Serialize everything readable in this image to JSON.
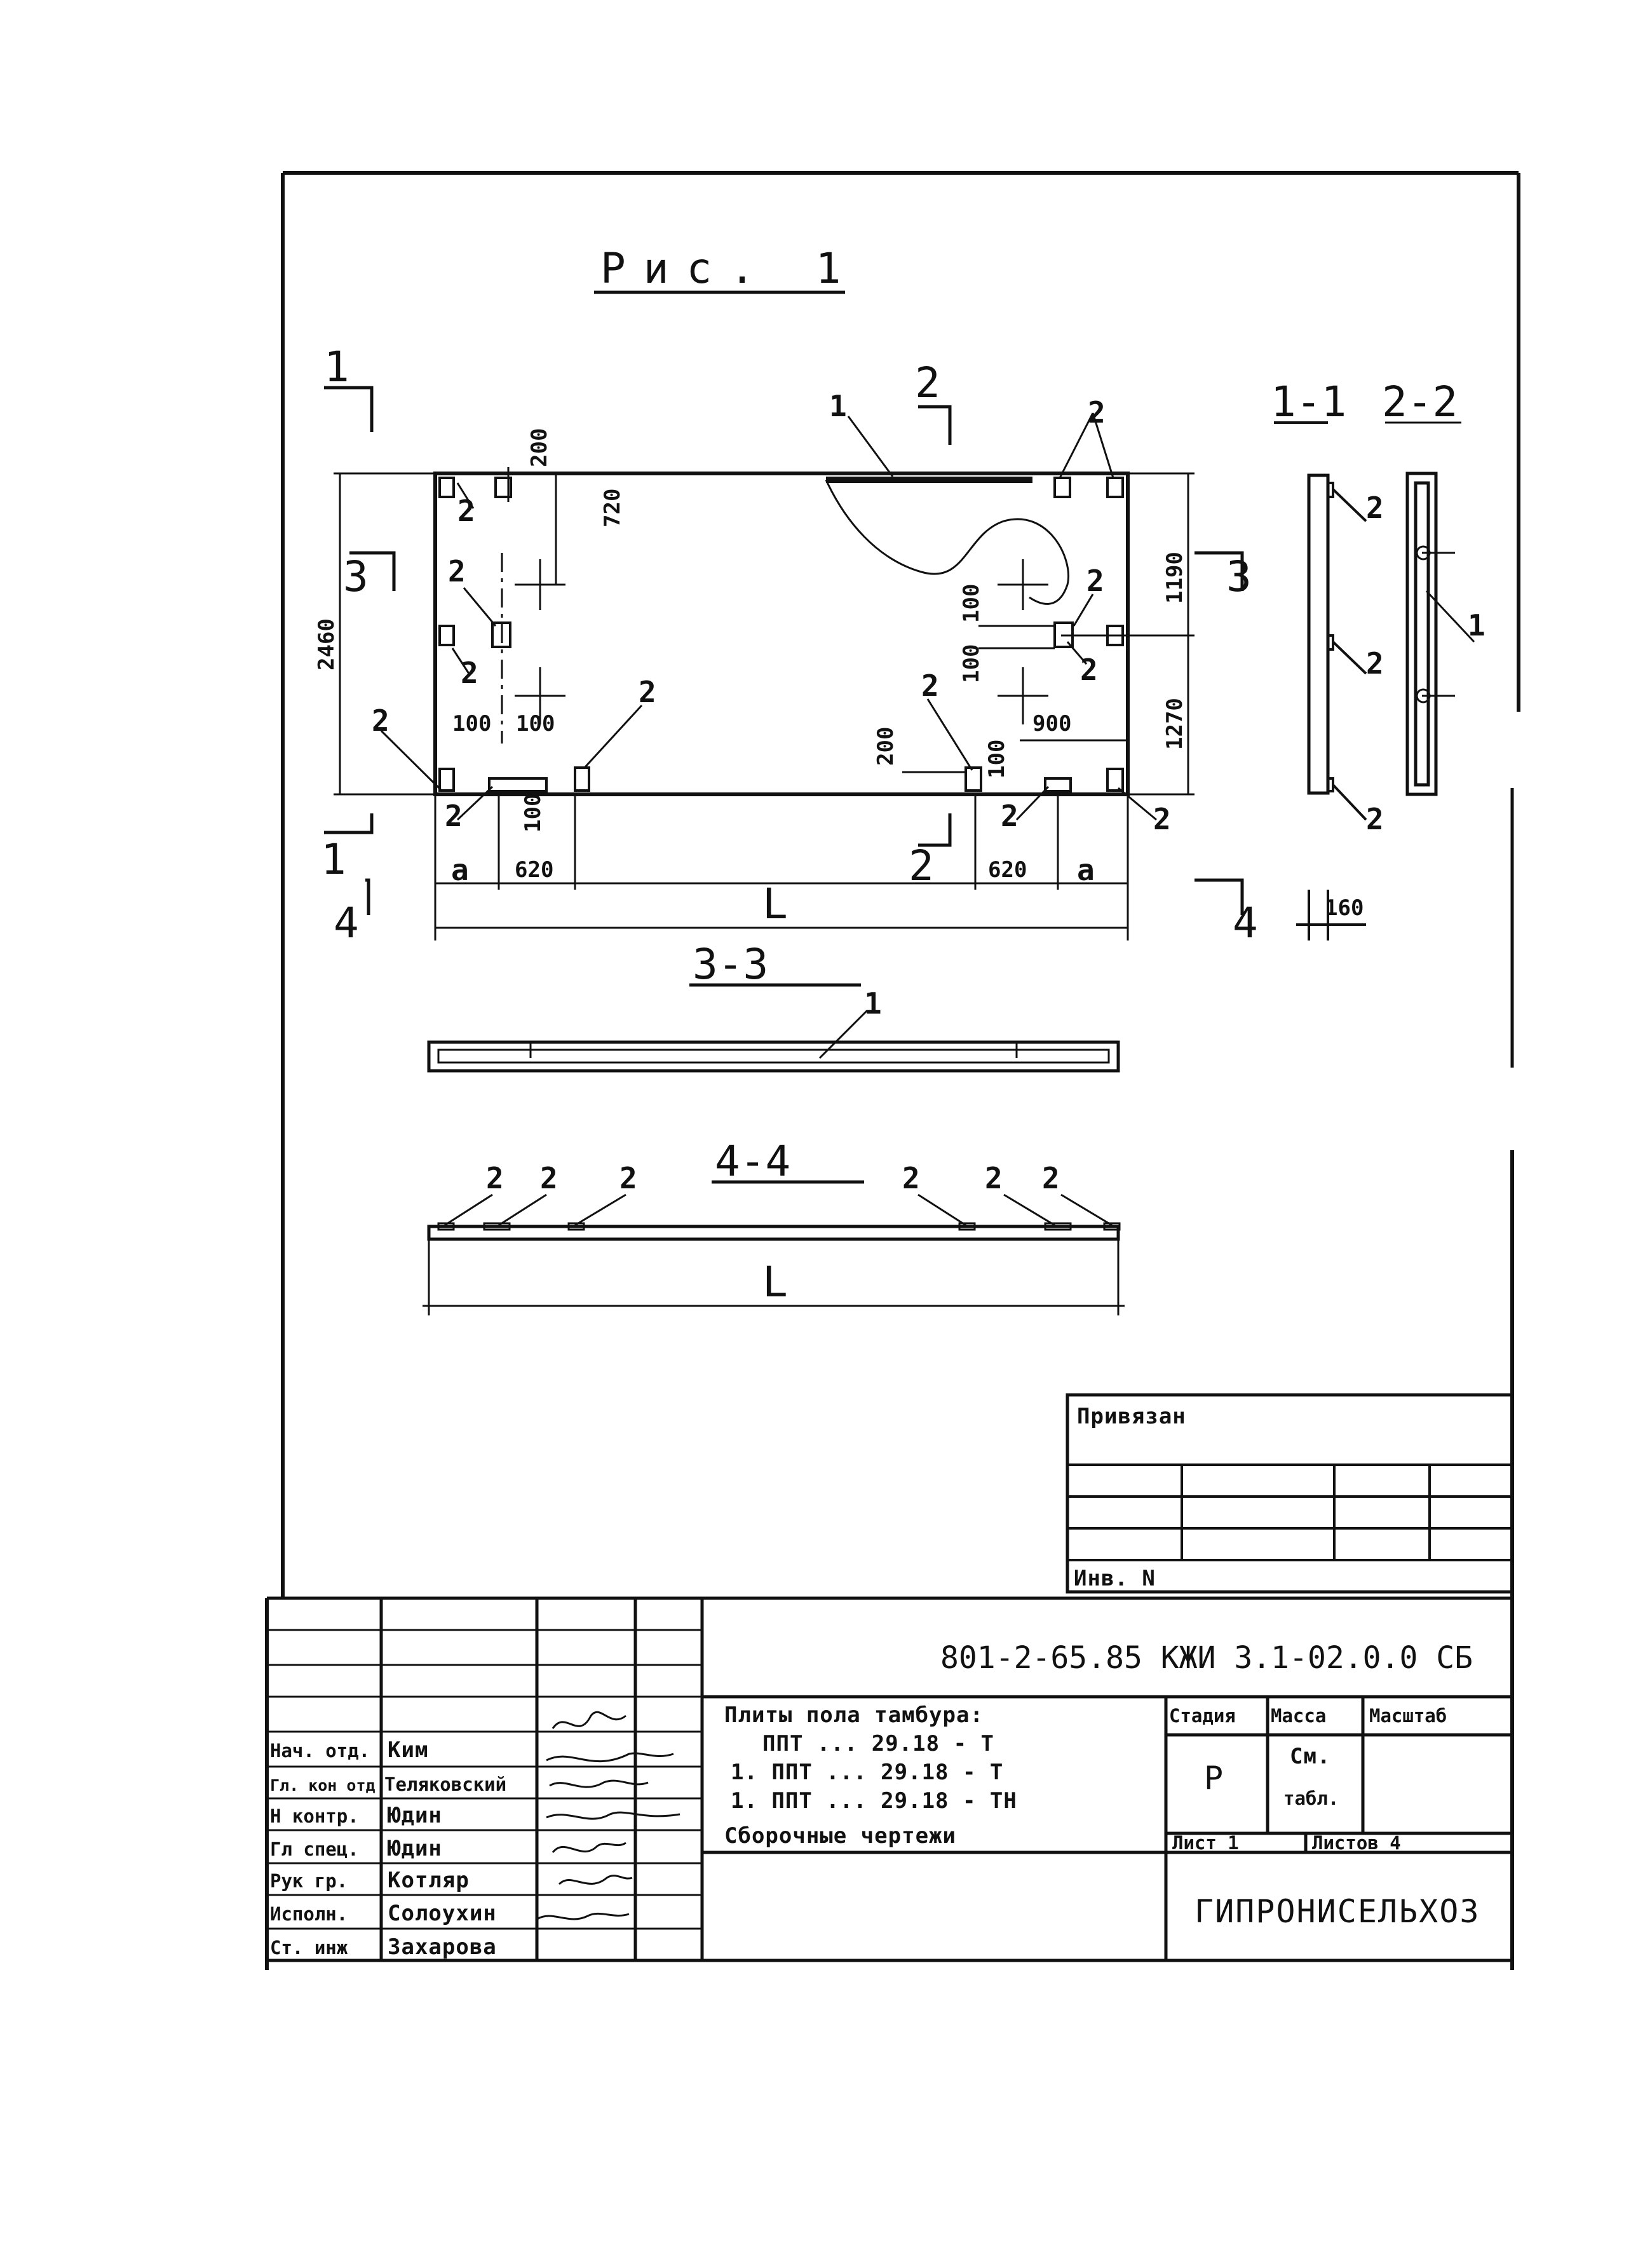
{
  "figure": {
    "title": "Рис. 1",
    "section_marks": {
      "s1": "1",
      "s2": "2",
      "s3": "3",
      "s4": "4"
    },
    "section_titles": {
      "s1_1": "1-1",
      "s2_2": "2-2",
      "s3_3": "3-3",
      "s4_4": "4-4"
    },
    "part_labels": {
      "rebar": "1",
      "embed": "2"
    },
    "dimensions": {
      "height": "2460",
      "top_offset": "200",
      "d720": "720",
      "d1190": "1190",
      "d1270": "1270",
      "d100": "100",
      "d900": "900",
      "d620": "620",
      "a": "a",
      "L": "L",
      "thickness": "160"
    }
  },
  "attached": {
    "label": "Привязан",
    "inv_label": "Инв. N"
  },
  "title_block": {
    "doc_code": "801-2-65.85 КЖИ 3.1-02.0.0 СБ",
    "name_lines": [
      "Плиты пола тамбура:",
      "ППТ ... 29.18 - Т",
      "1. ППТ ... 29.18 - Т",
      "1. ППТ ... 29.18 - ТН",
      "Сборочные чертежи"
    ],
    "headers": {
      "stage": "Стадия",
      "mass": "Масса",
      "scale": "Масштаб"
    },
    "stage": "Р",
    "mass_line1": "См.",
    "mass_line2": "табл.",
    "sheet_label": "Лист 1",
    "sheets_label": "Листов 4",
    "organization": "ГИПРОНИСЕЛЬХОЗ",
    "roles": [
      {
        "role": "Нач. отд.",
        "name": "Ким"
      },
      {
        "role": "Гл. кон отд",
        "name": "Теляковский"
      },
      {
        "role": "Н контр.",
        "name": "Юдин"
      },
      {
        "role": "Гл спец.",
        "name": "Юдин"
      },
      {
        "role": "Рук гр.",
        "name": "Котляр"
      },
      {
        "role": "Исполн.",
        "name": "Солоухин"
      },
      {
        "role": "Ст. инж",
        "name": "Захарова"
      }
    ]
  }
}
